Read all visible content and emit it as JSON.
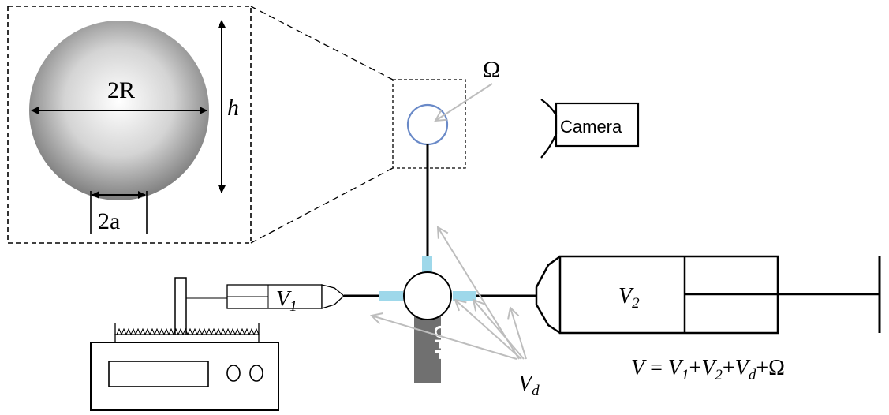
{
  "labels": {
    "omega": "Ω",
    "camera": "Camera",
    "droplet_width": "2R",
    "droplet_height": "h",
    "contact_width": "2a",
    "syringe1_volume": "V",
    "syringe1_sub": "1",
    "syringe2_volume": "V",
    "syringe2_sub": "2",
    "valve_state": "OFF",
    "dead_volume": "V",
    "dead_volume_sub": "d"
  },
  "equation": {
    "v": "V",
    "eq": " = ",
    "v1": "V",
    "v1_sub": "1",
    "plus1": "+",
    "v2": "V",
    "v2_sub": "2",
    "plus2": "+",
    "vd": "V",
    "vd_sub": "d",
    "plus3": "+",
    "omega": "Ω"
  },
  "colors": {
    "connector": "#9ed8ea",
    "droplet_outline": "#6a8ac8",
    "valve_handle": "#707070",
    "arrow_gray": "#bdbdbd"
  }
}
